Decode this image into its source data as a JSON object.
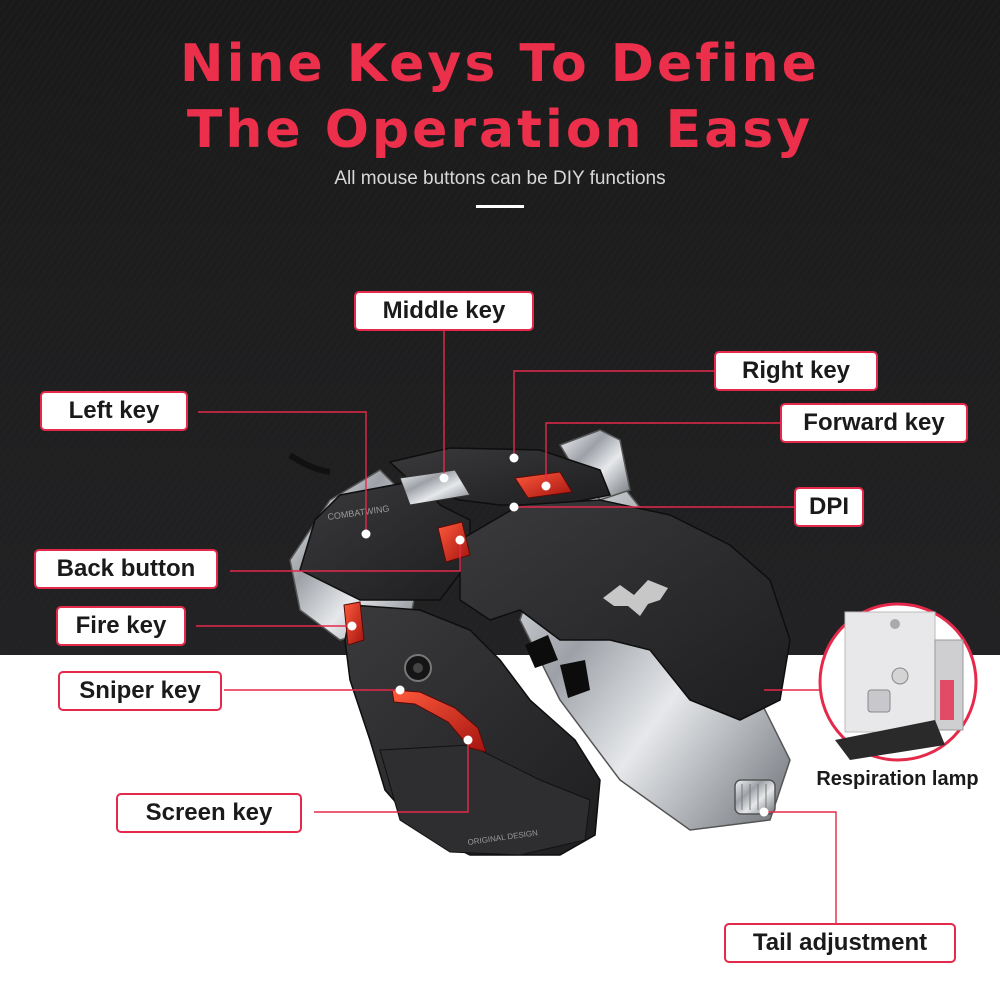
{
  "header": {
    "title_line1": "Nine Keys To Define",
    "title_line2": "The Operation Easy",
    "subtitle": "All mouse buttons can be DIY functions"
  },
  "callouts": {
    "middle_key": "Middle key",
    "right_key": "Right key",
    "left_key": "Left key",
    "forward_key": "Forward key",
    "dpi": "DPI",
    "back_button": "Back button",
    "fire_key": "Fire key",
    "sniper_key": "Sniper key",
    "screen_key": "Screen key",
    "tail_adjustment": "Tail adjustment"
  },
  "inset": {
    "caption": "Respiration lamp"
  },
  "product": {
    "brand_text": "COMBATWING",
    "design_text": "ORIGINAL DESIGN"
  },
  "colors": {
    "accent": "#e5294a",
    "title": "#ec2f4b",
    "dark_bg": "#1c1c1c",
    "mouse_body": "#2b2b2d",
    "chrome": "#b9bcc1",
    "key_red": "#c8231c"
  }
}
